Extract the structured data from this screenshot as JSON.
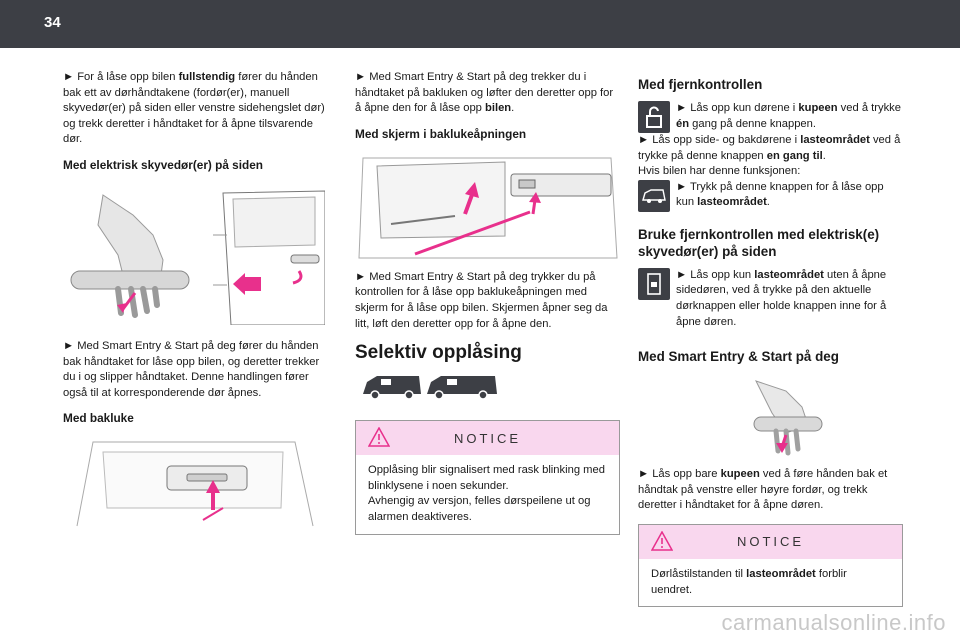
{
  "page": {
    "number": "34"
  },
  "col1": {
    "p1_arrow": "►",
    "p1_a": "For å låse opp bilen ",
    "p1_b": "fullstendig",
    "p1_c": " fører du hånden bak ett av dørhåndtakene (fordør(er), manuell skyvedør(er) på siden eller venstre sidehengslet dør) og trekk deretter i håndtaket for å åpne tilsvarende dør.",
    "h_sliding": "Med elektrisk skyvedør(er) på siden",
    "p2": "Med Smart Entry & Start på deg fører du hånden bak håndtaket for låse opp bilen, og deretter trekker du i og slipper håndtaket. Denne handlingen fører også til at korresponderende dør åpnes.",
    "h_tailgate": "Med bakluke"
  },
  "col2": {
    "p1": "Med Smart Entry & Start på deg trekker du i håndtaket på bakluken og løfter den deretter opp for å åpne den for å låse opp ",
    "p1_b": "bilen",
    "p1_c": ".",
    "h_screen": "Med skjerm i baklukeåpningen",
    "p2": "Med Smart Entry & Start på deg trykker du på kontrollen for å låse opp baklukeåpningen med skjerm for å låse opp bilen. Skjermen åpner seg da litt, løft den deretter opp for å åpne den.",
    "h_selective": "Selektiv opplåsing",
    "notice": {
      "title": "NOTICE",
      "text1": "Opplåsing blir signalisert med rask blinking med blinklysene i noen sekunder.",
      "text2": "Avhengig av versjon, felles dørspeilene ut og alarmen deaktiveres."
    }
  },
  "col3": {
    "h_remote": "Med fjernkontrollen",
    "r1_a": "Lås opp kun dørene i ",
    "r1_b": "kupeen",
    "r1_c": " ved å trykke ",
    "r1_d": "én",
    "r1_e": " gang på denne knappen.",
    "r2_a": "Lås opp side- og bakdørene i ",
    "r2_b": "lasteområdet",
    "r2_c": " ved å trykke på denne knappen ",
    "r2_d": "en gang til",
    "r2_e": ".",
    "r3": "Hvis bilen har denne funksjonen:",
    "r4_a": "Trykk på denne knappen for å låse opp kun ",
    "r4_b": "lasteområdet",
    "r4_c": ".",
    "h_remote_sliding": "Bruke fjernkontrollen med elektrisk(e) skyvedør(er) på siden",
    "s1_a": "Lås opp kun ",
    "s1_b": "lasteområdet",
    "s1_c": " uten å åpne sidedøren, ved å trykke på den aktuelle dørknappen eller holde knappen inne for å åpne døren.",
    "h_smart": "Med Smart Entry & Start på deg",
    "m1_a": "Lås opp bare ",
    "m1_b": "kupeen",
    "m1_c": " ved å føre hånden bak et håndtak på venstre eller høyre fordør, og trekk deretter i håndtaket for å åpne døren.",
    "notice": {
      "title": "NOTICE",
      "text_a": "Dørlåstilstanden til ",
      "text_b": "lasteområdet",
      "text_c": " forblir uendret."
    }
  },
  "watermark": "carmanualsonline.info",
  "colors": {
    "header": "#3d3f45",
    "accent": "#e8308c",
    "notice_bg": "#f9d7ee"
  }
}
